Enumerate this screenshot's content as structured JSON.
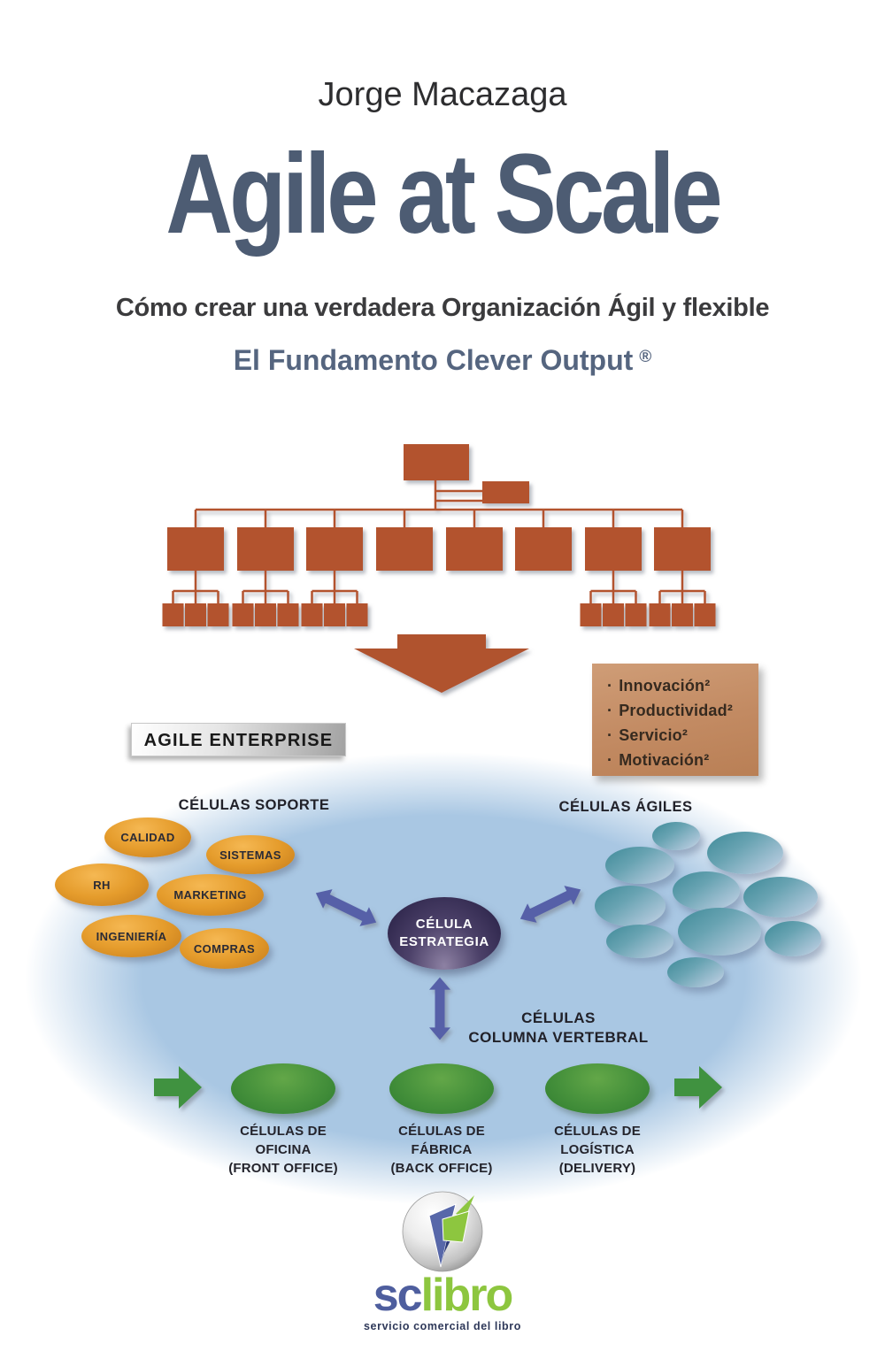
{
  "cover": {
    "author": "Jorge Macazaga",
    "title": "Agile at Scale",
    "subtitle": "Cómo crear una verdadera Organización Ágil y flexible",
    "tagline": "El Fundamento Clever Output",
    "registered_mark": "®"
  },
  "note": {
    "bullet": "·",
    "items": [
      "Innovación²",
      "Productividad²",
      "Servicio²",
      "Motivación²"
    ]
  },
  "banner": {
    "label": "AGILE ENTERPRISE"
  },
  "diagram": {
    "support_heading": "CÉLULAS SOPORTE",
    "agile_heading": "CÉLULAS ÁGILES",
    "support_cells": [
      "CALIDAD",
      "SISTEMAS",
      "RH",
      "MARKETING",
      "INGENIERÍA",
      "COMPRAS"
    ],
    "strategy_cell": {
      "line1": "CÉLULA",
      "line2": "ESTRATEGIA"
    },
    "backbone_heading": {
      "line1": "CÉLULAS",
      "line2": "COLUMNA VERTEBRAL"
    },
    "backbone_cells": [
      {
        "line1": "CÉLULAS DE",
        "line2": "OFICINA",
        "line3": "(FRONT OFFICE)"
      },
      {
        "line1": "CÉLULAS DE",
        "line2": "FÁBRICA",
        "line3": "(BACK OFFICE)"
      },
      {
        "line1": "CÉLULAS DE",
        "line2": "LOGÍSTICA",
        "line3": "(DELIVERY)"
      }
    ],
    "agile_cells_count": 10
  },
  "publisher": {
    "name_part1": "sc",
    "name_part2": "libro",
    "tagline": "servicio comercial del libro"
  },
  "colors": {
    "title_slate": "#4d5c73",
    "tagline_blue": "#55657f",
    "orgchart_rust": "#b3532e",
    "note_tan": "#c28a62",
    "blob_blue": "#a9c7e3",
    "support_orange": "#e59c2c",
    "agile_teal": "#3e8a98",
    "strategy_purple": "#241d42",
    "connector_purple": "#5661a8",
    "backbone_green": "#3f9240",
    "logo_blue": "#4e5e9e",
    "logo_green": "#8dc63f"
  }
}
